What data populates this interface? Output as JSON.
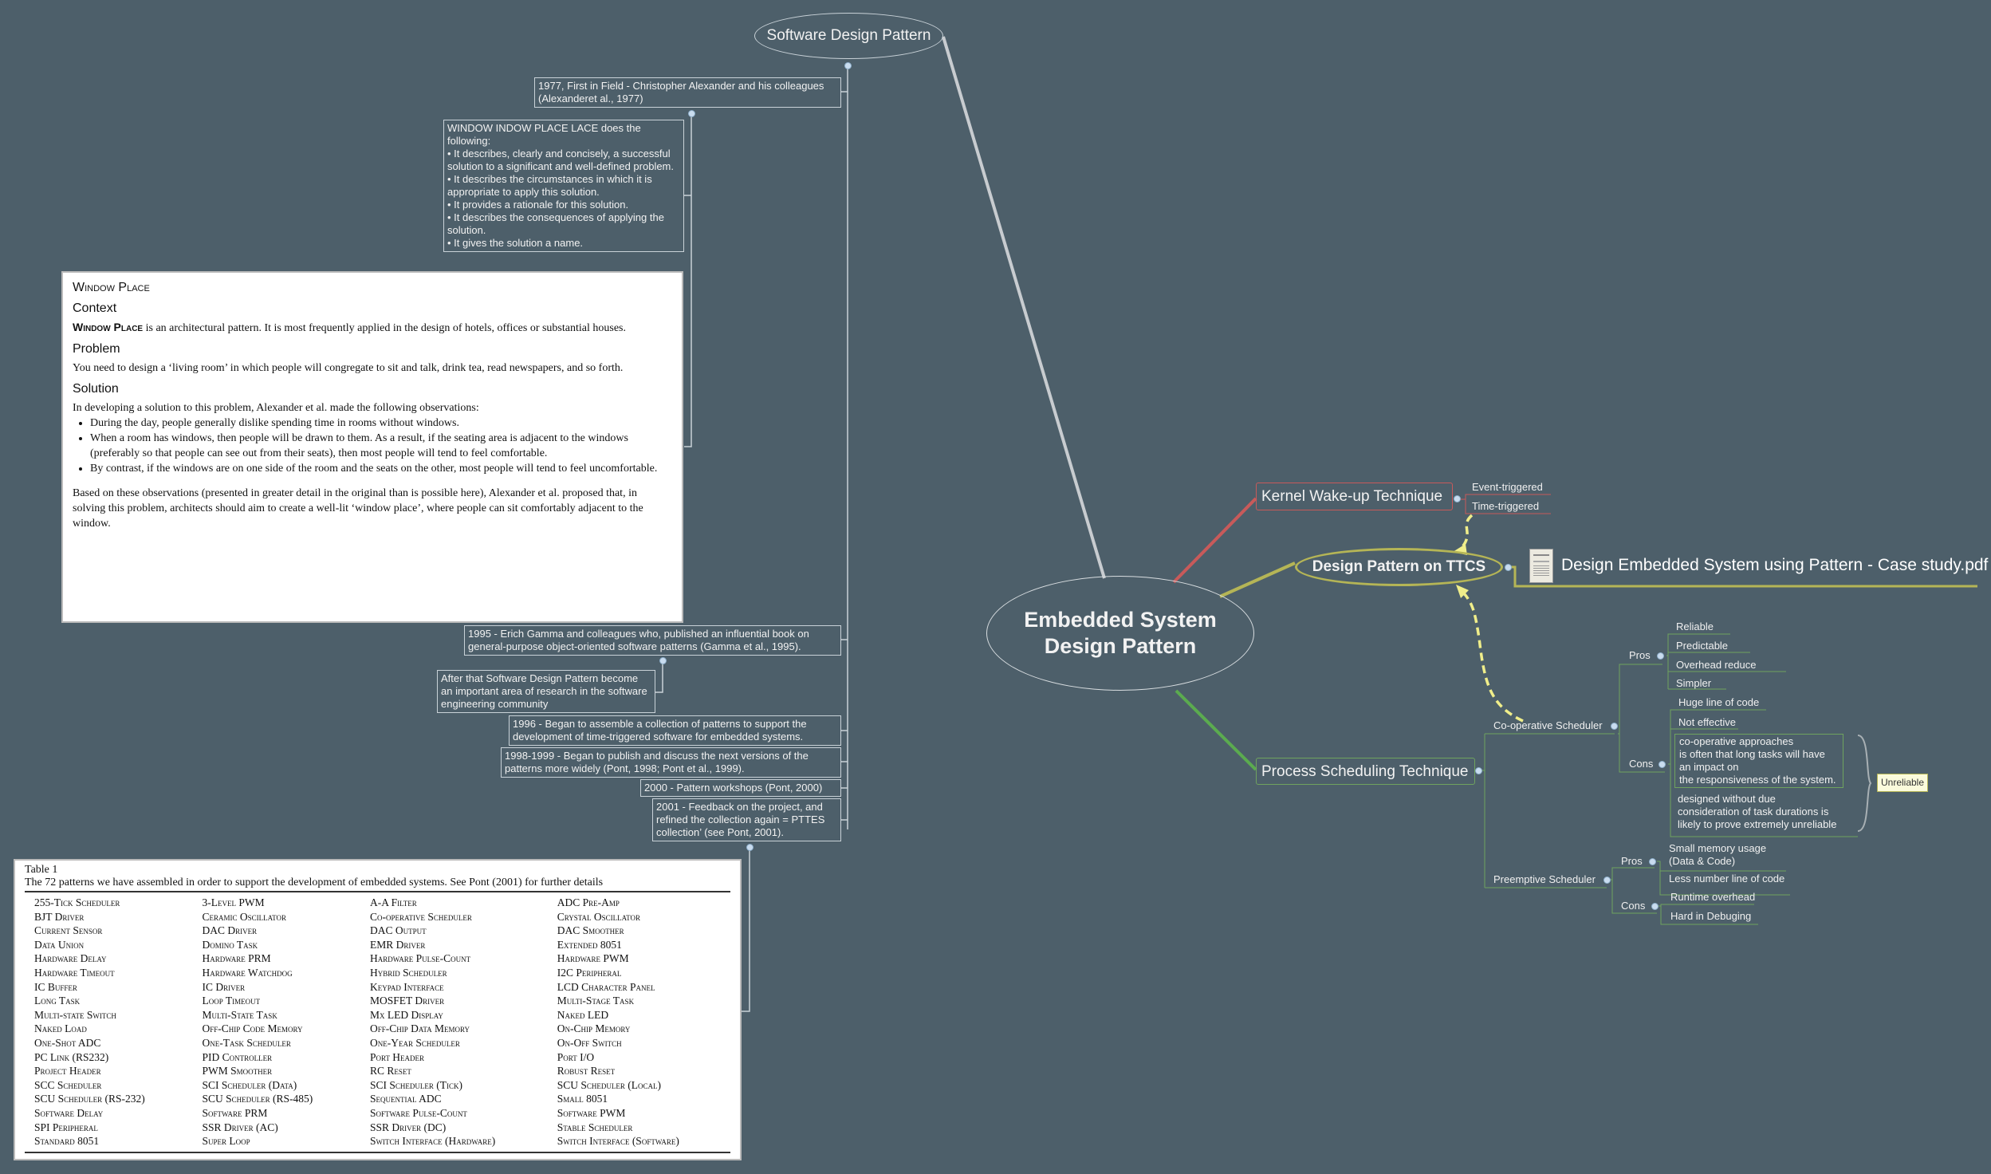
{
  "colors": {
    "background": "#4d5f6a",
    "kernel_branch": "#c85a5a",
    "ttcs_branch": "#b5b556",
    "process_branch": "#5bab4f",
    "dashed_arrow": "#f0ee8a",
    "unreliable_badge": "#fbfbdc"
  },
  "central": {
    "title_line1": "Embedded System",
    "title_line2": "Design Pattern"
  },
  "software_design_pattern": {
    "title": "Software Design Pattern",
    "n1977": "1977, First in Field - Christopher Alexander and his colleagues (Alexanderet al., 1977)",
    "window_summary": {
      "lines": [
        "WINDOW INDOW PLACE LACE does the following:",
        "• It describes, clearly and concisely, a successful solution to a significant and well-defined problem.",
        "• It describes the circumstances in which it is appropriate to apply this solution.",
        "• It provides a rationale for this solution.",
        "• It describes the consequences of applying the solution.",
        "• It gives the solution a name."
      ]
    },
    "window_place": {
      "title": "Window Place",
      "context_h": "Context",
      "context_lead": "Window Place",
      "context_text": " is an architectural pattern.  It is most frequently applied in the design of hotels, offices or substantial houses.",
      "problem_h": "Problem",
      "problem_text": "You need to design a ‘living room’ in which people will congregate to sit and talk, drink tea, read newspapers, and so forth.",
      "solution_h": "Solution",
      "solution_intro": "In developing a solution to this problem, Alexander et al. made the following observations:",
      "bullets": [
        "During the day, people generally dislike spending time in rooms without windows.",
        "When a room has windows, then people will be drawn to them. As a result, if the seating area is adjacent to the windows (preferably so that people can see out from their seats), then most people will tend to feel comfortable.",
        "By contrast, if the windows are on one side of the room and the seats on the other, most people will tend to feel uncomfortable."
      ],
      "conclusion": "Based on these observations (presented in greater detail in the original than is possible here), Alexander et al. proposed that, in solving this problem, architects should aim to create a well-lit ‘window place’, where people can sit comfortably adjacent to the window."
    },
    "n1995": "1995 - Erich Gamma and colleagues who, published an influential book on general-purpose object-oriented software patterns (Gamma et al., 1995).",
    "after_that": "After that Software Design Pattern become an important area of research in the software engineering community",
    "n1996": "1996 - Began to assemble a collection of patterns to support the development of time-triggered software for embedded systems.",
    "n1998": "1998-1999 - Began to publish and discuss the next versions of the patterns more widely (Pont, 1998; Pont et al., 1999).",
    "n2000": "2000 - Pattern workshops (Pont, 2000)",
    "n2001": "2001 - Feedback on the project, and refined the collection again = PTTES collection’ (see Pont, 2001).",
    "table": {
      "label": "Table 1",
      "caption": "The 72 patterns we have assembled in order to support the development of embedded systems. See Pont (2001) for further details",
      "rows": [
        [
          "255-Tick Scheduler",
          "3-Level PWM",
          "A-A Filter",
          "ADC Pre-Amp"
        ],
        [
          "BJT Driver",
          "Ceramic Oscillator",
          "Co-operative Scheduler",
          "Crystal Oscillator"
        ],
        [
          "Current Sensor",
          "DAC Driver",
          "DAC Output",
          "DAC Smoother"
        ],
        [
          "Data Union",
          "Domino Task",
          "EMR Driver",
          "Extended 8051"
        ],
        [
          "Hardware Delay",
          "Hardware PRM",
          "Hardware Pulse-Count",
          "Hardware PWM"
        ],
        [
          "Hardware Timeout",
          "Hardware Watchdog",
          "Hybrid Scheduler",
          "I2C Peripheral"
        ],
        [
          "IC Buffer",
          "IC Driver",
          "Keypad Interface",
          "LCD Character Panel"
        ],
        [
          "Long Task",
          "Loop Timeout",
          "MOSFET Driver",
          "Multi-Stage Task"
        ],
        [
          "Multi-state Switch",
          "Multi-State Task",
          "Mx LED Display",
          "Naked LED"
        ],
        [
          "Naked Load",
          "Off-Chip Code Memory",
          "Off-Chip Data Memory",
          "On-Chip Memory"
        ],
        [
          "One-Shot ADC",
          "One-Task Scheduler",
          "One-Year Scheduler",
          "On-Off Switch"
        ],
        [
          "PC Link (RS232)",
          "PID Controller",
          "Port Header",
          "Port I/O"
        ],
        [
          "Project Header",
          "PWM Smoother",
          "RC Reset",
          "Robust Reset"
        ],
        [
          "SCC Scheduler",
          "SCI Scheduler (Data)",
          "SCI Scheduler (Tick)",
          "SCU Scheduler (Local)"
        ],
        [
          "SCU Scheduler (RS-232)",
          "SCU Scheduler (RS-485)",
          "Sequential ADC",
          "Small 8051"
        ],
        [
          "Software Delay",
          "Software PRM",
          "Software Pulse-Count",
          "Software PWM"
        ],
        [
          "SPI Peripheral",
          "SSR Driver (AC)",
          "SSR Driver (DC)",
          "Stable Scheduler"
        ],
        [
          "Standard 8051",
          "Super Loop",
          "Switch Interface (Hardware)",
          "Switch Interface (Software)"
        ]
      ]
    }
  },
  "kernel": {
    "title": "Kernel Wake-up Technique",
    "children": [
      "Event-triggered",
      "Time-triggered"
    ]
  },
  "ttcs": {
    "title": "Design Pattern on TTCS",
    "attachment": "Design Embedded System using Pattern - Case study.pdf",
    "attachment_icon": "pdf-file-icon"
  },
  "process": {
    "title": "Process Scheduling Technique",
    "coop": {
      "title": "Co-operative Scheduler",
      "pros_label": "Pros",
      "pros": [
        "Reliable",
        "Predictable",
        "Overhead reduce",
        "Simpler"
      ],
      "cons_label": "Cons",
      "cons": [
        "Huge line of code",
        "Not effective"
      ],
      "cons_box": [
        "co-operative approaches",
        "is often that long tasks will have",
        "an impact on",
        "the responsiveness of the system."
      ],
      "cons_more": [
        "designed without due",
        "consideration of task durations is",
        "likely to prove extremely unreliable"
      ],
      "summary": "Unreliable"
    },
    "preempt": {
      "title": "Preemptive Scheduler",
      "pros_label": "Pros",
      "pros": [
        "Small memory usage\n(Data & Code)",
        "Less number line of code"
      ],
      "cons_label": "Cons",
      "cons": [
        "Runtime overhead",
        "Hard in Debuging"
      ]
    }
  }
}
